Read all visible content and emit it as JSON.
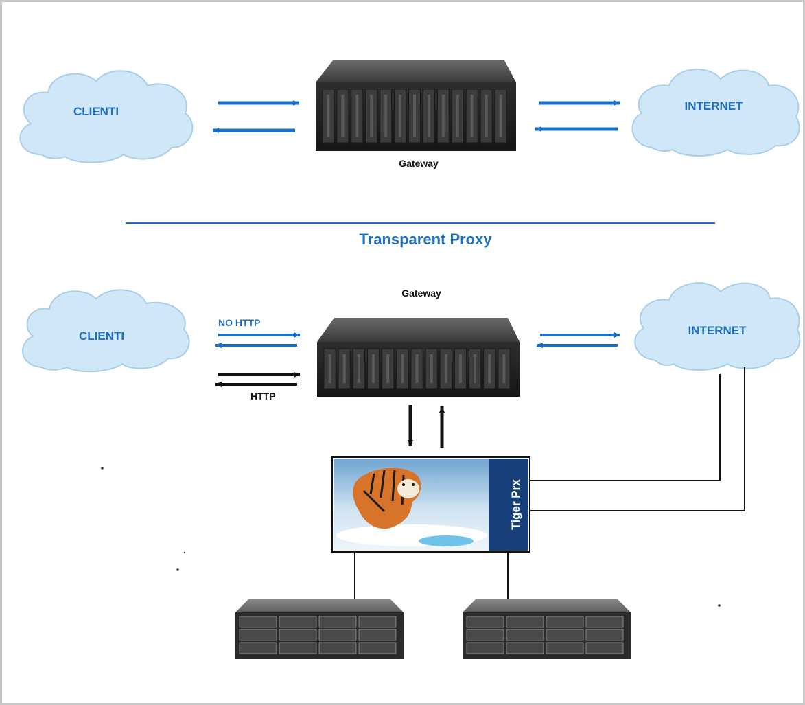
{
  "top": {
    "clients_label": "CLIENTI",
    "internet_label": "INTERNET",
    "gateway_label": "Gateway"
  },
  "section_title": "Transparent Proxy",
  "bottom": {
    "clients_label": "CLIENTI",
    "internet_label": "INTERNET",
    "gateway_label": "Gateway",
    "no_http_label": "NO HTTP",
    "http_label": "HTTP",
    "proxy_label": "Tiger Prx"
  },
  "colors": {
    "cloud_fill": "#cfe7f7",
    "cloud_stroke": "#8cbfe0",
    "blue_text": "#1f6fc0",
    "arrow_blue": "#1a6ec8",
    "arrow_black": "#111111",
    "gateway_body": "#2a2a2a",
    "proxy_panel": "#17407a",
    "frame": "#c8c8c8"
  },
  "icons": {
    "gateway": "rack-server-icon",
    "storage": "storage-array-icon",
    "proxy_photo": "tiger-photo"
  }
}
